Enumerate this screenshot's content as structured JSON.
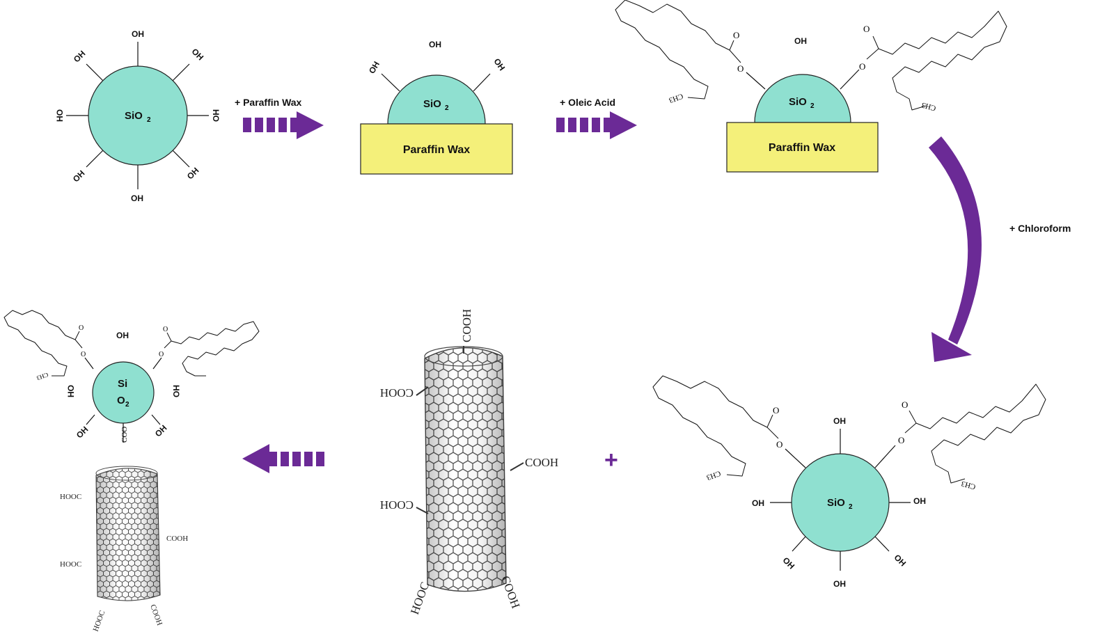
{
  "colors": {
    "silica": "#8fe0d0",
    "wax": "#f4f07a",
    "arrow": "#6b2a96",
    "ink": "#111111"
  },
  "labels": {
    "hydroxyl": "OH",
    "hydroxyl_left": "HO",
    "sio2_prefix": "SiO",
    "subscript_2": "2",
    "si": "Si",
    "o": "O",
    "paraffin_wax": "Paraffin Wax",
    "step_paraffin": "+ Paraffin Wax",
    "step_oleic": "+ Oleic Acid",
    "step_chloroform": "+ Chloroform",
    "plus": "+",
    "cooh": "COOH",
    "hooc": "HOOC",
    "coo": "COO",
    "carbonyl_o": "O",
    "ester_o": "O",
    "ch3": "CH3"
  },
  "icons": [
    "dashed-arrow-right-icon",
    "dashed-arrow-left-icon",
    "curved-arrow-icon",
    "plus-icon",
    "carbon-nanotube-icon"
  ]
}
